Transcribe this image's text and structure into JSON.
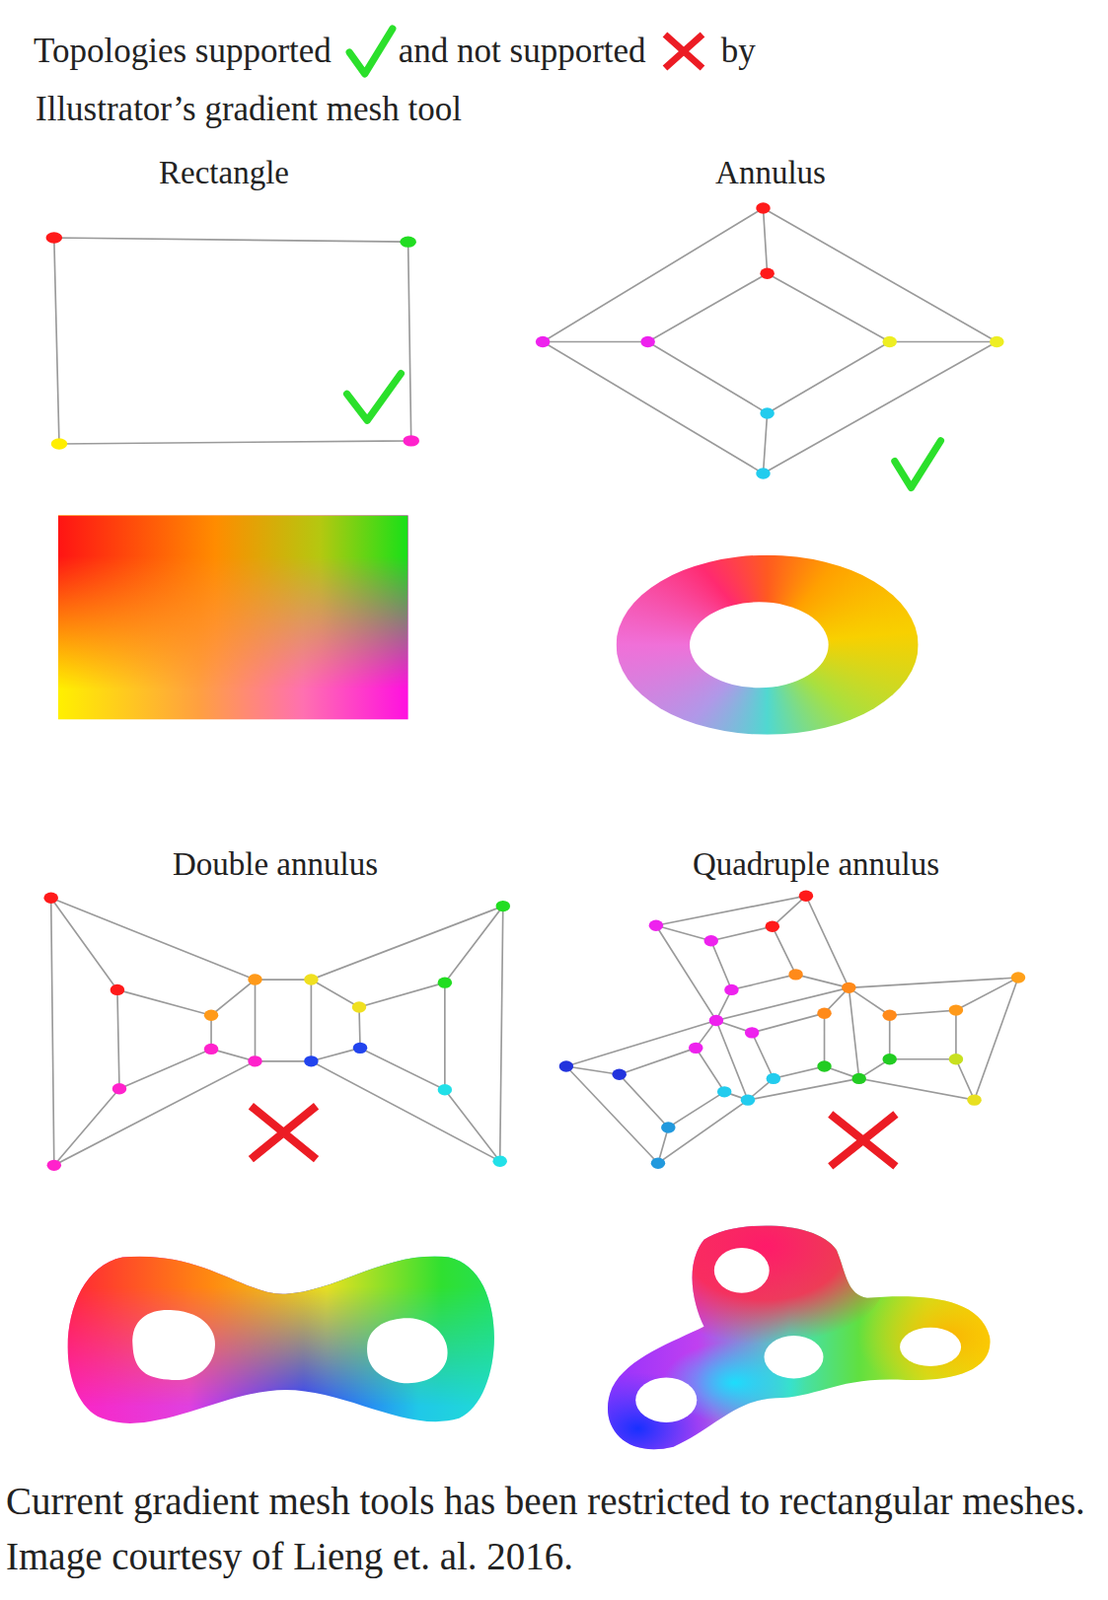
{
  "diagram": {
    "title": "Topologies supported",
    "caption": "Current gradient mesh tools has been restricted to rectangular meshes. Image courtesy of Lieng et. al. 2016.",
    "labels": [
      "and not supported",
      "by",
      "Illustrator’s gradient mesh tool",
      "Rectangle",
      "Annulus",
      "Double annulus",
      "Quadruple annulus"
    ]
  }
}
